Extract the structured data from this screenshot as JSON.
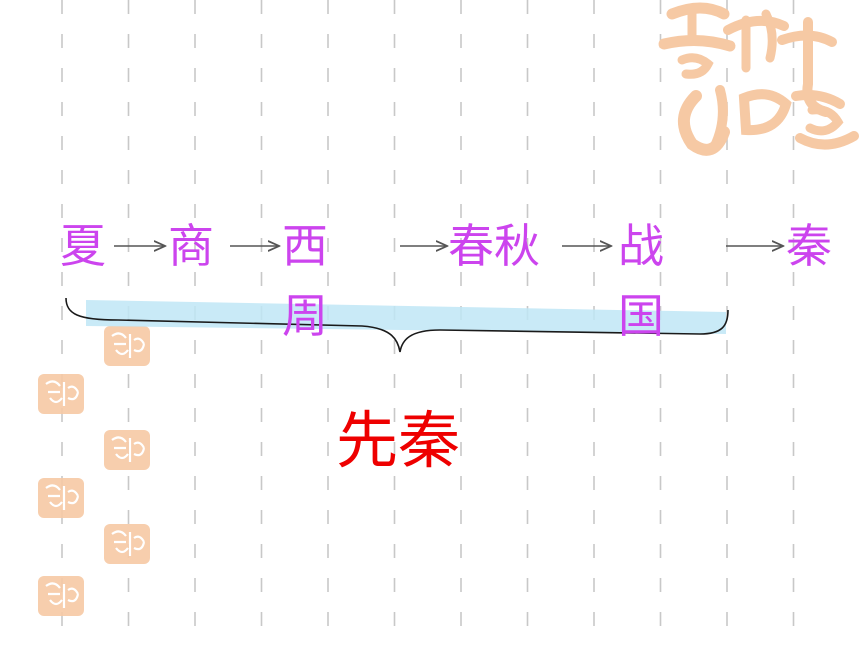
{
  "colors": {
    "dynasty": "#cc44ee",
    "summary": "#ee0000",
    "decor": "#f6c9a4",
    "grid": "#c8c8c8",
    "bar": "#bfe6f6"
  },
  "icons": [
    "auspicious-seal-large-icon",
    "auspicious-seal-small-icon"
  ],
  "diagram": {
    "dynasties": [
      {
        "lines": [
          "夏"
        ]
      },
      {
        "lines": [
          "商"
        ]
      },
      {
        "lines": [
          "西",
          "周"
        ]
      },
      {
        "lines": [
          "春秋"
        ]
      },
      {
        "lines": [
          "战",
          "国"
        ]
      },
      {
        "lines": [
          "秦"
        ]
      }
    ],
    "summary_label": "先秦"
  }
}
